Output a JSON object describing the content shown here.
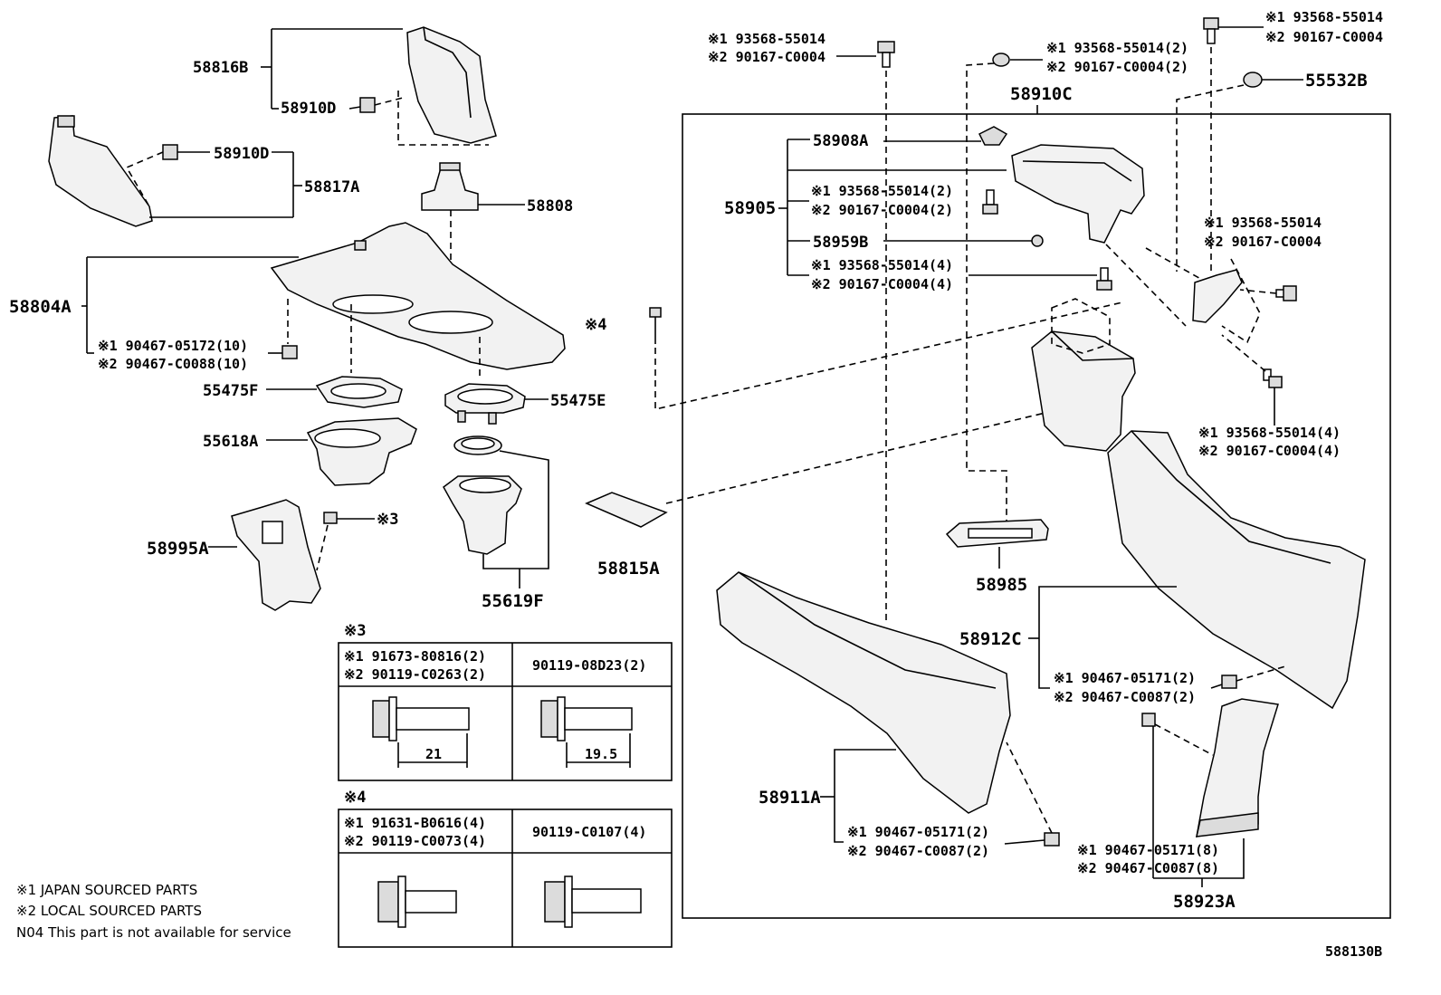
{
  "diagram_code": "588130B",
  "labels": {
    "p58816B": "58816B",
    "p58910D_a": "58910D",
    "p58910D_b": "58910D",
    "p58817A": "58817A",
    "p58808": "58808",
    "p58804A": "58804A",
    "c58804A_1": "※1 90467-05172(10)",
    "c58804A_2": "※2 90467-C0088(10)",
    "p55475F": "55475F",
    "p55475E": "55475E",
    "p55618A": "55618A",
    "p58995A": "58995A",
    "ref3_callout": "※3",
    "p55619F": "55619F",
    "p58815A": "58815A",
    "ref4_callout": "※4",
    "top_bolt_1": "※1 93568-55014",
    "top_bolt_2": "※2 90167-C0004",
    "mid_bolt_1": "※1 93568-55014(2)",
    "mid_bolt_2": "※2 90167-C0004(2)",
    "right_bolt_1": "※1 93568-55014",
    "right_bolt_2": "※2 90167-C0004",
    "p55532B": "55532B",
    "p58910C": "58910C",
    "p58908A": "58908A",
    "p58905": "58905",
    "g1_1": "※1 93568-55014(2)",
    "g1_2": "※2 90167-C0004(2)",
    "p58959B": "58959B",
    "g2_1": "※1 93568-55014(4)",
    "g2_2": "※2 90167-C0004(4)",
    "side_bolt_1": "※1 93568-55014",
    "side_bolt_2": "※2 90167-C0004",
    "side_bolt4_1": "※1 93568-55014(4)",
    "side_bolt4_2": "※2 90167-C0004(4)",
    "p58985": "58985",
    "p58912C": "58912C",
    "c58912C_1": "※1 90467-05171(2)",
    "c58912C_2": "※2 90467-C0087(2)",
    "p58911A": "58911A",
    "c58911A_1": "※1 90467-05171(2)",
    "c58911A_2": "※2 90467-C0087(2)",
    "c58923A_1": "※1 90467-05171(8)",
    "c58923A_2": "※2 90467-C0087(8)",
    "p58923A": "58923A"
  },
  "table3": {
    "title": "※3",
    "left_1": "※1 91673-80816(2)",
    "left_2": "※2 90119-C0263(2)",
    "right": "90119-08D23(2)",
    "dim_left": "21",
    "dim_right": "19.5"
  },
  "table4": {
    "title": "※4",
    "left_1": "※1 91631-B0616(4)",
    "left_2": "※2 90119-C0073(4)",
    "right": "90119-C0107(4)"
  },
  "legend": {
    "line1": "※1 JAPAN SOURCED PARTS",
    "line2": "※2 LOCAL SOURCED PARTS",
    "line3": "N04  This part is not available for service"
  }
}
